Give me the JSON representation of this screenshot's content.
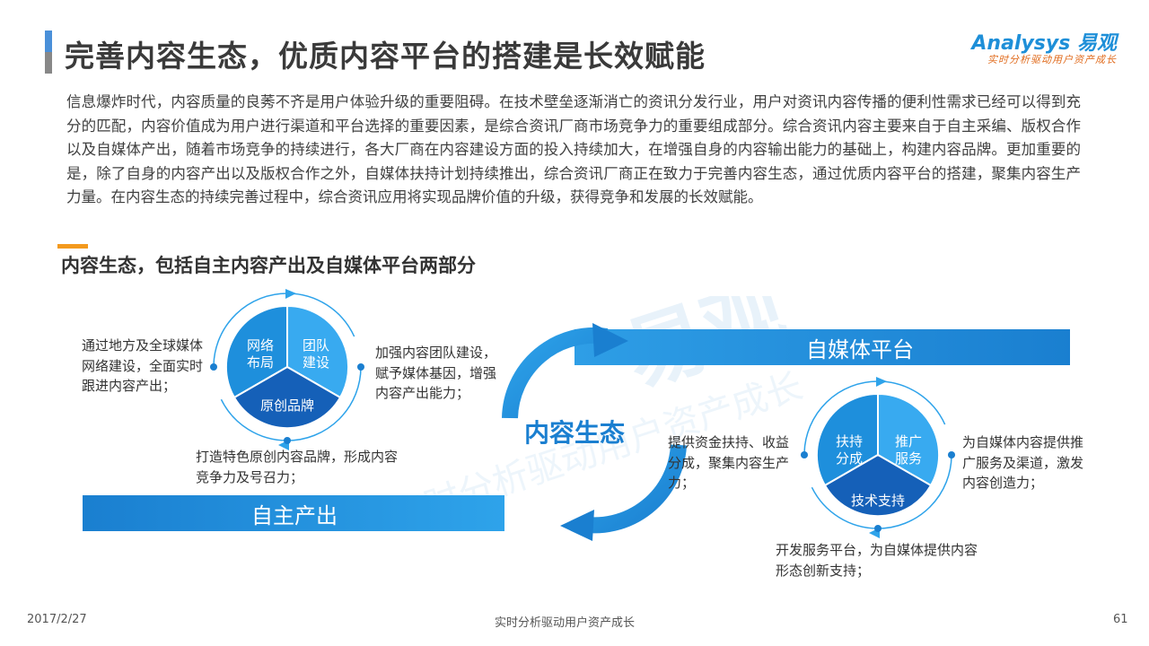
{
  "header": {
    "title": "完善内容生态，优质内容平台的搭建是长效赋能",
    "logo_name": "Analysys 易观",
    "logo_tagline": "实时分析驱动用户资产成长"
  },
  "intro_text": "信息爆炸时代，内容质量的良莠不齐是用户体验升级的重要阻碍。在技术壁垒逐渐消亡的资讯分发行业，用户对资讯内容传播的便利性需求已经可以得到充分的匹配，内容价值成为用户进行渠道和平台选择的重要因素，是综合资讯厂商市场竞争力的重要组成部分。综合资讯内容主要来自于自主采编、版权合作以及自媒体产出，随着市场竞争的持续进行，各大厂商在内容建设方面的投入持续加大，在增强自身的内容输出能力的基础上，构建内容品牌。更加重要的是，除了自身的内容产出以及版权合作之外，自媒体扶持计划持续推出，综合资讯厂商正在致力于完善内容生态，通过优质内容平台的搭建，聚集内容生产力量。在内容生态的持续完善过程中，综合资讯应用将实现品牌价值的升级，获得竞争和发展的长效赋能。",
  "subhead": "内容生态，包括自主内容产出及自媒体平台两部分",
  "diagram": {
    "center_label": "内容生态",
    "band_top": "自媒体平台",
    "band_bottom": "自主产出",
    "left_circle": {
      "seg_top_left": [
        "网络",
        "布局"
      ],
      "seg_top_right": [
        "团队",
        "建设"
      ],
      "seg_bottom": "原创品牌"
    },
    "right_circle": {
      "seg_top_left": [
        "扶持",
        "分成"
      ],
      "seg_top_right": [
        "推广",
        "服务"
      ],
      "seg_bottom": "技术支持"
    },
    "notes": {
      "network": "通过地方及全球媒体网络建设，全面实时跟进内容产出；",
      "team": "加强内容团队建设，赋予媒体基因，增强内容产出能力；",
      "brand": "打造特色原创内容品牌，形成内容竞争力及号召力；",
      "support_share": "提供资金扶持、收益分成，聚集内容生产力；",
      "promotion": "为自媒体内容提供推广服务及渠道，激发内容创造力；",
      "tech": "开发服务平台，为自媒体提供内容形态创新支持；"
    }
  },
  "watermark": {
    "brand": "易观",
    "tagline": "实时分析驱动用户资产成长"
  },
  "footer": {
    "date": "2017/2/27",
    "center": "实时分析驱动用户资产成长",
    "page": "61"
  },
  "colors": {
    "primary": "#1a7fd0",
    "light": "#2ea3ea",
    "dark": "#1560b8",
    "accent": "#f39a1e"
  }
}
